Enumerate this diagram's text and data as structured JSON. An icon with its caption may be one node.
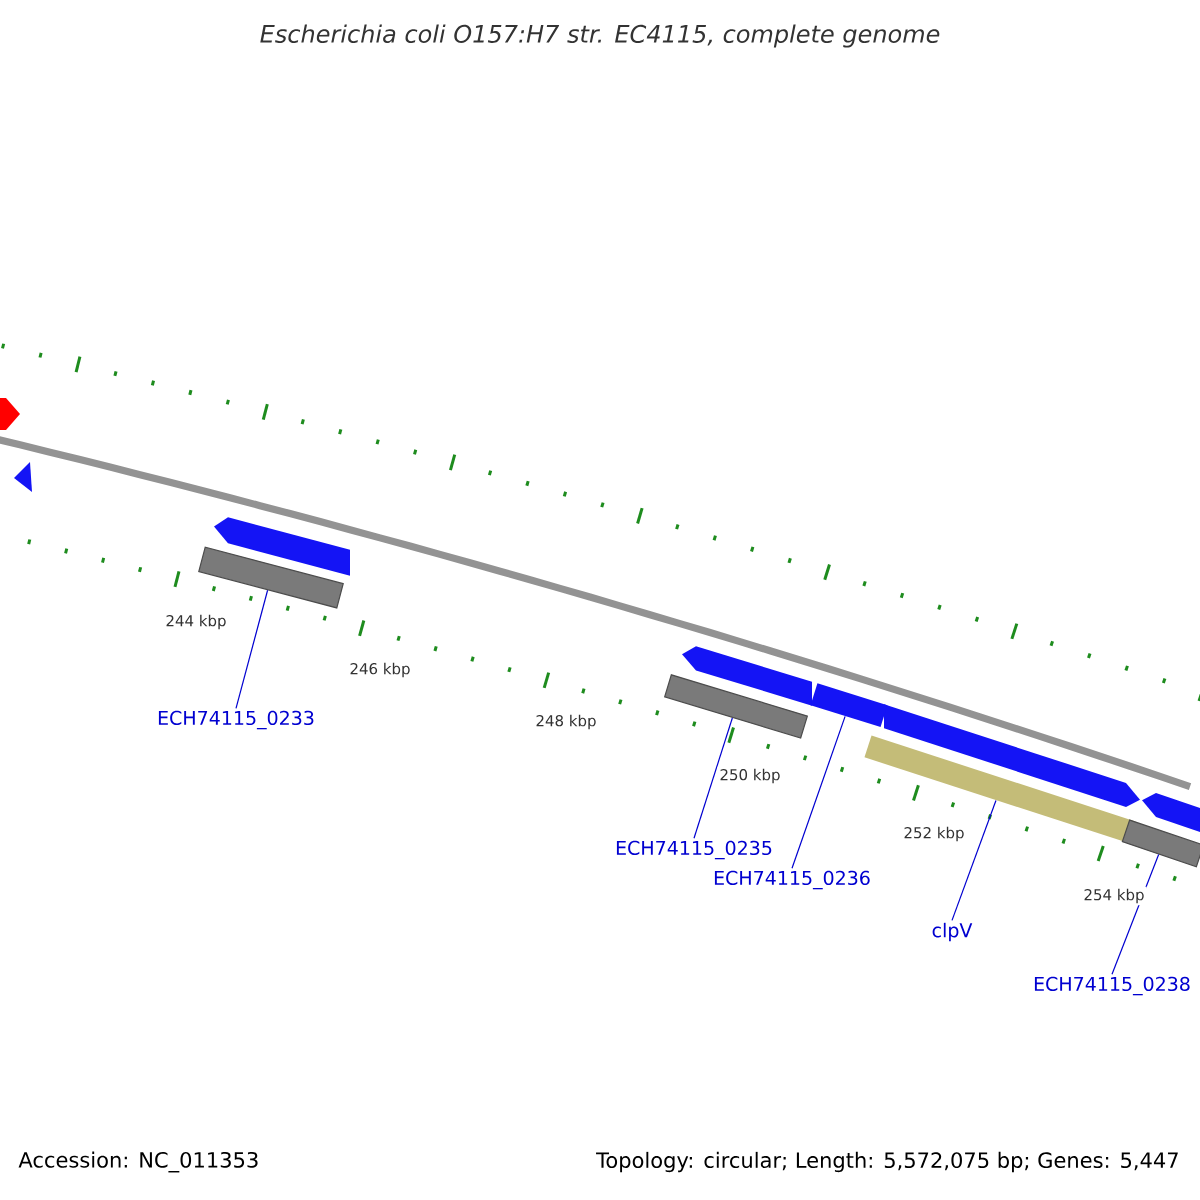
{
  "diagram": {
    "title": "Escherichia coli O157:H7 str. EC4115, complete genome",
    "nodes": [
      {
        "text": [
          "ECH74115_0233"
        ]
      },
      {
        "text": [],
        "shape": "bar"
      },
      {
        "text": [
          "ECH74115_0235"
        ]
      },
      {
        "text": [],
        "shape": "bar"
      },
      {
        "text": [
          "ECH74115_0236"
        ]
      },
      {
        "text": [],
        "shape": "bar"
      },
      {
        "text": [
          "clpV"
        ]
      },
      {
        "text": [],
        "shape": "bar"
      },
      {
        "text": [
          "ECH74115_0238"
        ]
      },
      {
        "text": [],
        "shape": "bar"
      }
    ],
    "edges": [
      {
        "from": 0,
        "to": 1,
        "arrow": "none"
      },
      {
        "from": 2,
        "to": 3,
        "arrow": "none"
      },
      {
        "from": 4,
        "to": 5,
        "arrow": "none"
      },
      {
        "from": 6,
        "to": 7,
        "arrow": "none"
      },
      {
        "from": 8,
        "to": 9,
        "arrow": "none"
      }
    ],
    "labels": [
      "244 kbp",
      "246 kbp",
      "248 kbp",
      "250 kbp",
      "252 kbp",
      "254 kbp",
      "Accession: NC_011353",
      "Topology: circular; Length: 5,572,075 bp; Genes: 5,447"
    ]
  }
}
